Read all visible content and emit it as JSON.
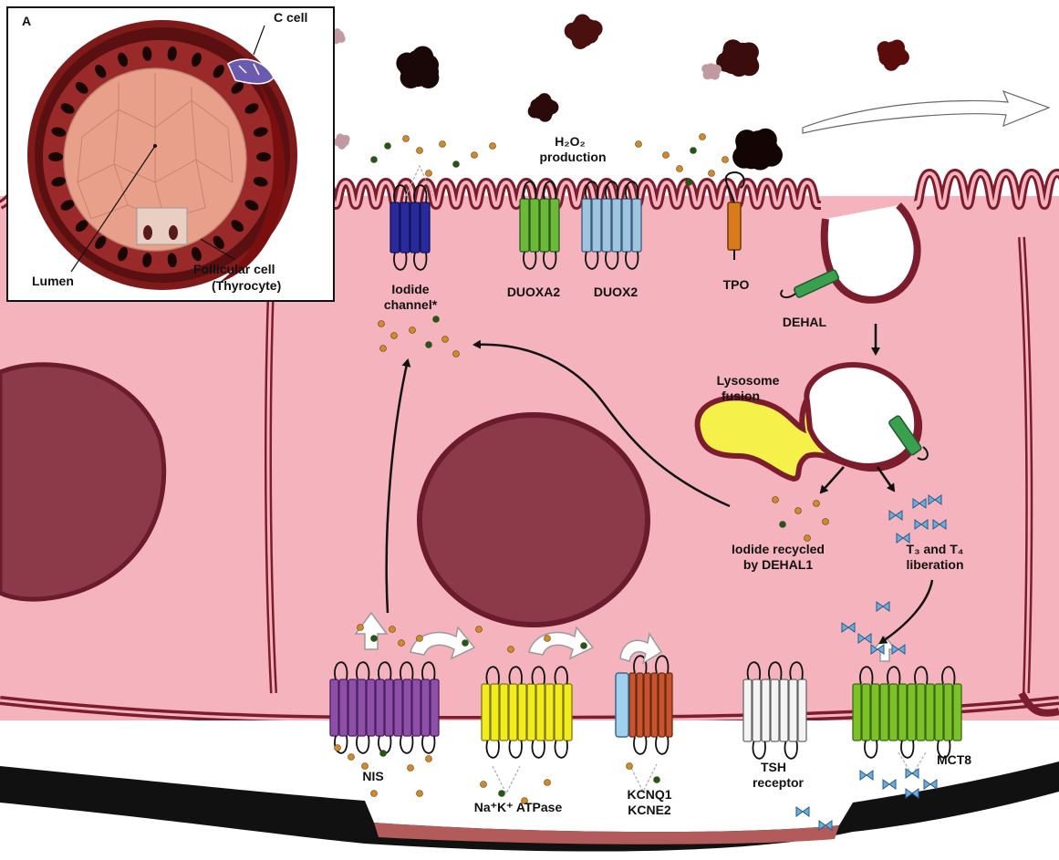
{
  "inset": {
    "panel_letter": "A",
    "c_cell": "C cell",
    "lumen": "Lumen",
    "follicular_cell_line1": "Follicular cell",
    "follicular_cell_line2": "(Thyrocyte)"
  },
  "labels": {
    "h2o2_line1": "H₂O₂",
    "h2o2_line2": "production",
    "iodide_channel_line1": "Iodide",
    "iodide_channel_line2": "channel*",
    "duoxa2": "DUOXA2",
    "duox2": "DUOX2",
    "tpo": "TPO",
    "dehal": "DEHAL",
    "lysosome_line1": "Lysosome",
    "lysosome_line2": "fusion",
    "iodide_recycled_line1": "Iodide recycled",
    "iodide_recycled_line2": "by DEHAL1",
    "t3t4_line1": "T₃ and T₄",
    "t3t4_line2": "liberation",
    "nis": "NIS",
    "na_k_atpase": "Na⁺K⁺ ATPase",
    "kcnq1": "KCNQ1",
    "kcne2": "KCNE2",
    "tsh_line1": "TSH",
    "tsh_line2": "receptor",
    "mct8": "MCT8"
  },
  "colors": {
    "cytoplasm": "#f5b3bd",
    "membrane": "#7c1d2d",
    "nucleus": "#8c3a4a",
    "thyroglobulin": "#1a0a0a",
    "iodide_dot": "#d08a2a",
    "nis": "#8e4fa8",
    "atpase": "#f2ec1c",
    "kcnq1": "#c8532f",
    "kcne2": "#9fd0ee",
    "tsh_receptor": "#f4f4f4",
    "mct8": "#7cc02a",
    "iodide_channel": "#2a2a9e",
    "duoxa2": "#6cb83a",
    "duox2": "#9ec4e0",
    "tpo": "#d97b1a",
    "dehal": "#3aa050",
    "lysosome": "#f5f04a",
    "hormone": "#6aaedc"
  },
  "icons": [
    "thyroglobulin-cluster-icon",
    "iodide-dot-icon",
    "t3-t4-hormone-icon",
    "arrow-icon"
  ]
}
